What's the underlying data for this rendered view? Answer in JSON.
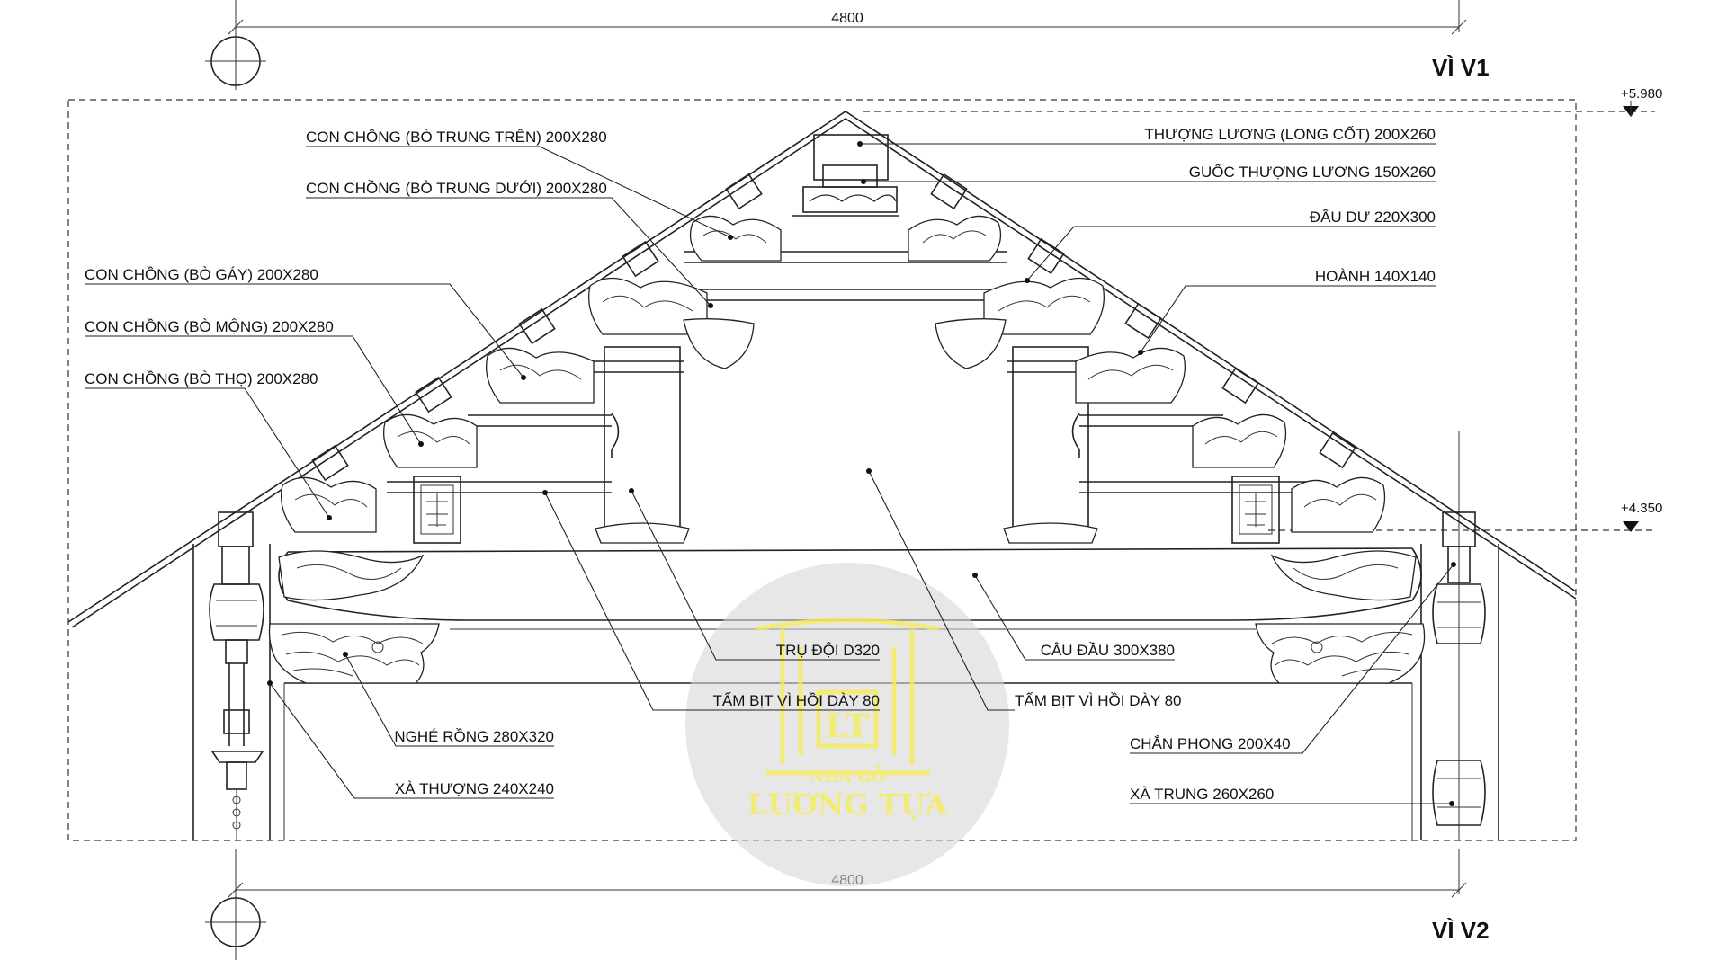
{
  "headings": {
    "top": "VÌ V1",
    "bottom": "VÌ V2"
  },
  "dimensions": {
    "top": "4800",
    "bottom": "4800"
  },
  "levels": {
    "ridge": "+5.980",
    "eave": "+4.350"
  },
  "labels_left": [
    "CON CHỒNG (BÒ TRUNG TRÊN) 200X280",
    "CON CHỒNG (BÒ TRUNG DƯỚI) 200X280",
    "CON CHỒNG (BÒ GÁY) 200X280",
    "CON CHỒNG (BÒ MỘNG) 200X280",
    "CON CHỒNG (BÒ THỌ) 200X280"
  ],
  "labels_right": [
    "THƯỢNG LƯƠNG (LONG CỐT) 200X260",
    "GUỐC THƯỢNG LƯƠNG 150X260",
    "ĐẦU DƯ 220X300",
    "HOÀNH 140X140"
  ],
  "labels_center": {
    "tru_doi": "TRỤ ĐỘI D320",
    "tam_bit_left": "TẤM BỊT VÌ HỒI DÀY 80",
    "tam_bit_right": "TẤM BỊT VÌ HỒI DÀY 80",
    "cau_dau": "CÂU ĐẦU 300X380"
  },
  "labels_bottom_left": [
    "NGHÉ RỒNG 280X320",
    "XÀ THƯỢNG 240X240"
  ],
  "labels_bottom_right": [
    "CHẮN PHONG 200X40",
    "XÀ TRUNG 260X260"
  ],
  "watermark": {
    "line1": "NHÀ GỖ",
    "line2": "LƯƠNG TỰA",
    "mark": "LT"
  },
  "colors": {
    "line": "#222222",
    "watermark_disc": "#d6d6d6",
    "watermark_gold": "#f2e96a"
  },
  "icons": [
    "grid-axis-circle",
    "level-marker-triangle",
    "dragon-carving",
    "cloud-leaf-carving",
    "tho-character-block",
    "pagoda-logo"
  ]
}
